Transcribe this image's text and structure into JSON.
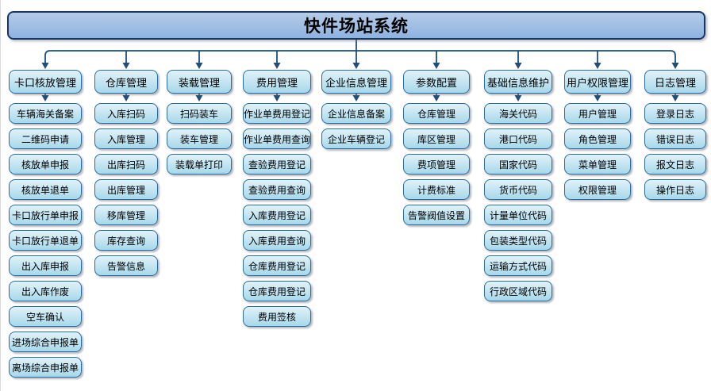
{
  "title": "快件场站系统",
  "columns": [
    {
      "header": "卡口核放管理",
      "items": [
        "车辆海关备案",
        "二维码申请",
        "核放单申报",
        "核放单退单",
        "卡口放行单申报",
        "卡口放行单退单",
        "出入库申报",
        "出入库作废",
        "空车确认",
        "进场综合申报单",
        "离场综合申报单"
      ]
    },
    {
      "header": "仓库管理",
      "items": [
        "入库扫码",
        "入库管理",
        "出库扫码",
        "出库管理",
        "移库管理",
        "库存查询",
        "告警信息"
      ]
    },
    {
      "header": "装载管理",
      "items": [
        "扫码装车",
        "装车管理",
        "装载单打印"
      ]
    },
    {
      "header": "费用管理",
      "items": [
        "作业单费用登记",
        "作业单费用查询",
        "查验费用登记",
        "查验费用查询",
        "入库费用登记",
        "入库费用查询",
        "仓库费用登记",
        "仓库费用登记",
        "费用签核"
      ]
    },
    {
      "header": "企业信息管理",
      "items": [
        "企业信息备案",
        "企业车辆登记"
      ]
    },
    {
      "header": "参数配置",
      "items": [
        "仓库管理",
        "库区管理",
        "费项管理",
        "计费标准",
        "告警阀值设置"
      ]
    },
    {
      "header": "基础信息维护",
      "items": [
        "海关代码",
        "港口代码",
        "国家代码",
        "货币代码",
        "计量单位代码",
        "包装类型代码",
        "运输方式代码",
        "行政区域代码"
      ]
    },
    {
      "header": "用户权限管理",
      "items": [
        "用户管理",
        "角色管理",
        "菜单管理",
        "权限管理"
      ]
    },
    {
      "header": "日志管理",
      "items": [
        "登录日志",
        "错误日志",
        "报文日志",
        "操作日志"
      ]
    }
  ],
  "colors": {
    "banner_fill_top": "#b5cbe8",
    "banner_fill_bottom": "#8db3e0",
    "banner_border": "#17375e",
    "box_fill_top": "#e2f2f9",
    "box_fill_bottom": "#a7d8ea",
    "box_border": "#2b6ca3",
    "connector": "#1f4e79",
    "text": "#000000"
  }
}
